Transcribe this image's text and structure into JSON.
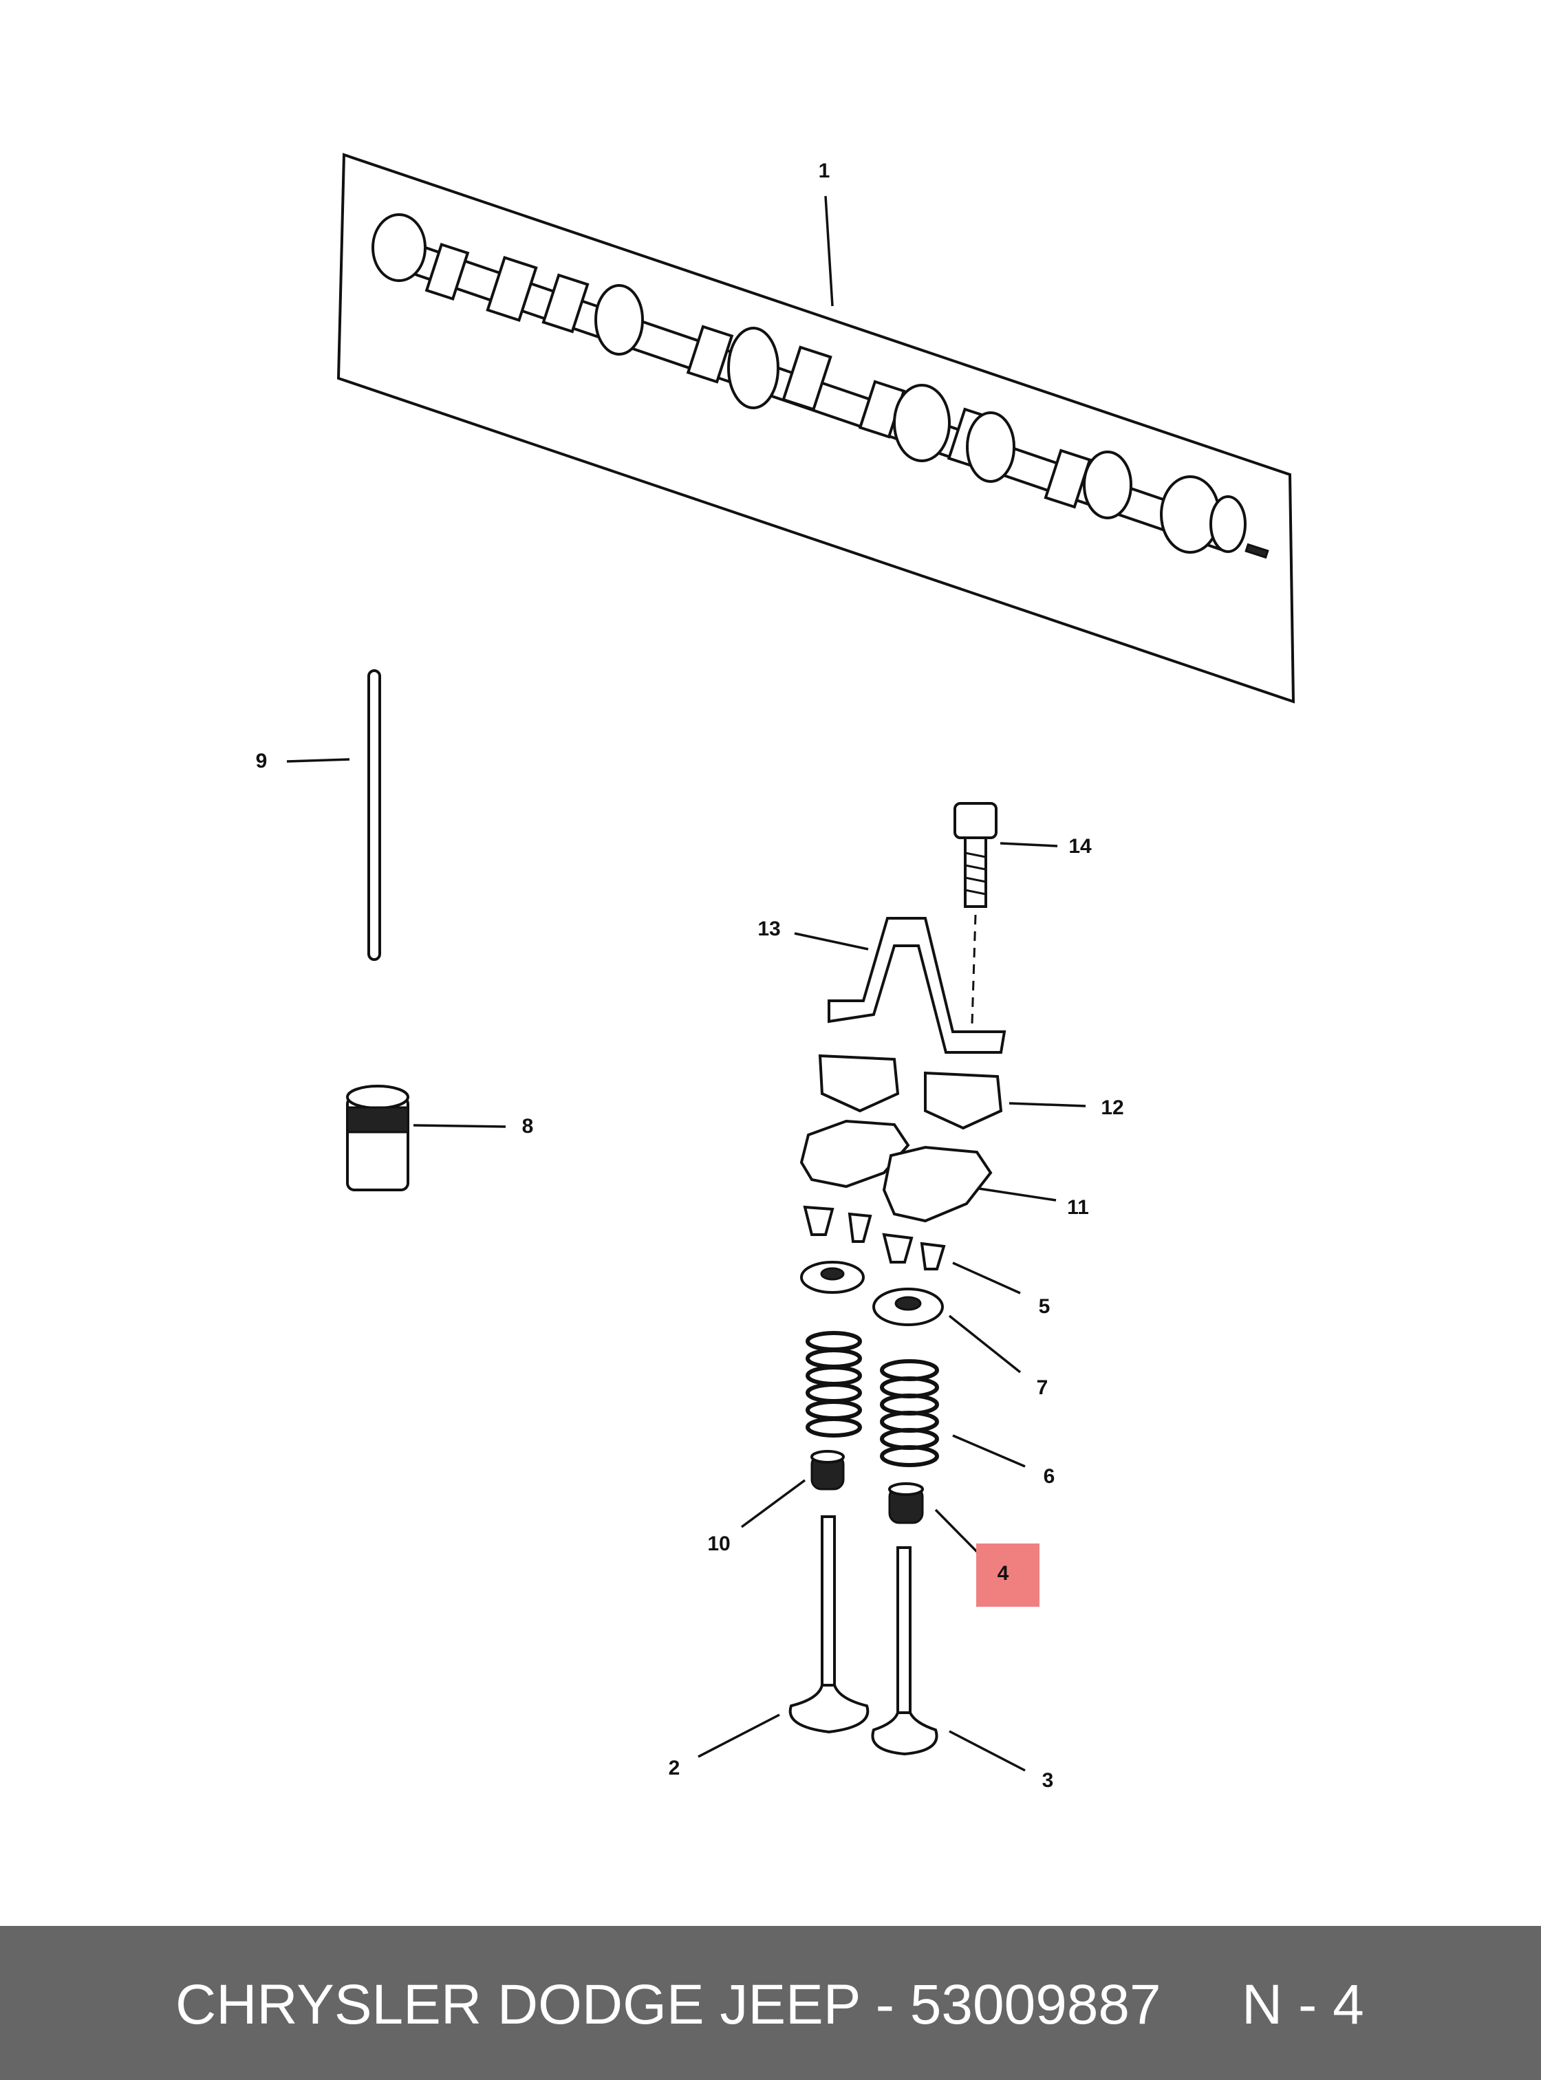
{
  "callouts": {
    "c1": "1",
    "c2": "2",
    "c3": "3",
    "c4": "4",
    "c5": "5",
    "c6": "6",
    "c7": "7",
    "c8": "8",
    "c9": "9",
    "c10": "10",
    "c11": "11",
    "c12": "12",
    "c13": "13",
    "c14": "14"
  },
  "highlight": {
    "callout": "4",
    "color": "#f08080"
  },
  "footer": {
    "title": "CHRYSLER DODGE JEEP - 53009887",
    "code": "N - 4",
    "background": "#666666",
    "text_color": "#ffffff"
  }
}
